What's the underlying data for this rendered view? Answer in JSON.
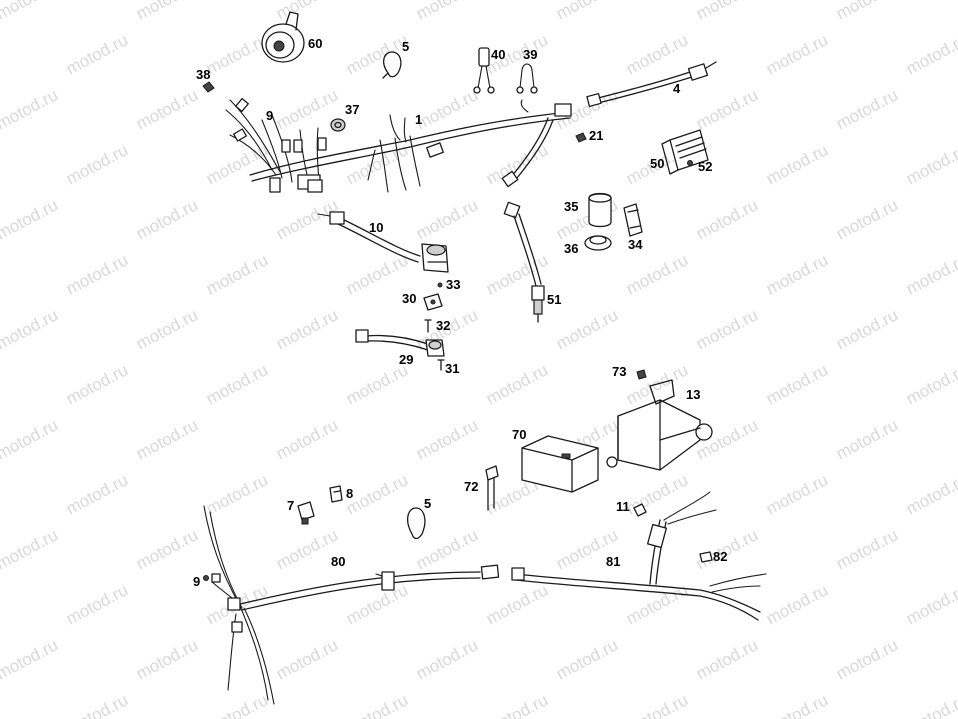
{
  "watermark": "motod.ru",
  "parts": {
    "p60": "60",
    "p5a": "5",
    "p40": "40",
    "p39": "39",
    "p38": "38",
    "p37": "37",
    "p9a": "9",
    "p1": "1",
    "p4": "4",
    "p21": "21",
    "p50": "50",
    "p52": "52",
    "p35": "35",
    "p36": "36",
    "p34": "34",
    "p10": "10",
    "p33": "33",
    "p30": "30",
    "p32": "32",
    "p51": "51",
    "p29": "29",
    "p31": "31",
    "p73": "73",
    "p13": "13",
    "p70": "70",
    "p72": "72",
    "p7": "7",
    "p8": "8",
    "p5b": "5",
    "p11": "11",
    "p82": "82",
    "p80": "80",
    "p81": "81",
    "p9b": "9"
  }
}
